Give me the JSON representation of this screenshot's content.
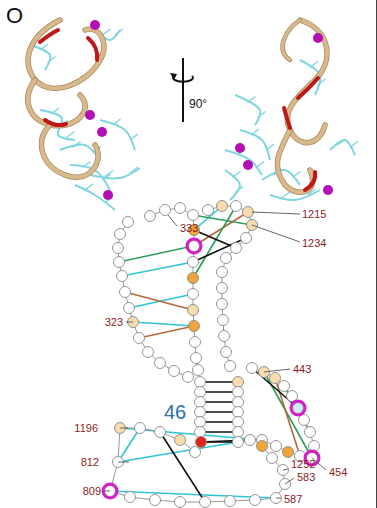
{
  "diagram": {
    "labels": [
      "O",
      "90°",
      "333",
      "1215",
      "1234",
      "323",
      "443",
      "46",
      "454",
      "1196",
      "812",
      "1252",
      "583",
      "809",
      "587"
    ]
  }
}
